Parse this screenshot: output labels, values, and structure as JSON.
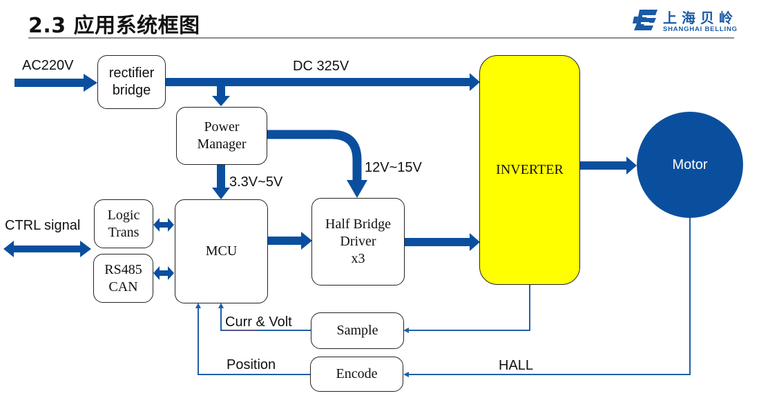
{
  "header": {
    "title": "2.3 应用系统框图",
    "logo": {
      "icon": "shanghai-belling-logo-icon",
      "name_cn": "上海贝岭",
      "name_en": "SHANGHAI BELLING",
      "color": "#1a5aa6"
    }
  },
  "diagram": {
    "colors": {
      "arrow": "#0a4f9e",
      "signal_line": "#1f5fa8",
      "inverter_fill": "#ffff00",
      "motor_fill": "#0a4f9e"
    },
    "blocks": {
      "rectifier": "rectifier\nbridge",
      "power_manager": "Power\nManager",
      "mcu": "MCU",
      "logic_trans": "Logic\nTrans",
      "rs485_can": "RS485\nCAN",
      "half_bridge": "Half Bridge\nDriver\nx3",
      "inverter": "INVERTER",
      "motor": "Motor",
      "sample": "Sample",
      "encode": "Encode"
    },
    "labels": {
      "ac_input": "AC220V",
      "dc_bus": "DC 325V",
      "mcu_supply": "3.3V~5V",
      "driver_supply": "12V~15V",
      "ctrl_signal": "CTRL signal",
      "curr_volt": "Curr & Volt",
      "position": "Position",
      "hall": "HALL"
    },
    "connections": [
      {
        "from": "AC220V",
        "to": "rectifier bridge",
        "type": "power"
      },
      {
        "from": "rectifier bridge",
        "to": "INVERTER",
        "label": "DC 325V",
        "type": "power"
      },
      {
        "from": "rectifier bridge",
        "to": "Power Manager",
        "type": "power"
      },
      {
        "from": "Power Manager",
        "to": "MCU",
        "label": "3.3V~5V",
        "type": "power"
      },
      {
        "from": "Power Manager",
        "to": "Half Bridge Driver x3",
        "label": "12V~15V",
        "type": "power"
      },
      {
        "from": "MCU",
        "to": "Half Bridge Driver x3",
        "type": "control"
      },
      {
        "from": "Half Bridge Driver x3",
        "to": "INVERTER",
        "type": "control"
      },
      {
        "from": "INVERTER",
        "to": "Motor",
        "type": "power"
      },
      {
        "from": "CTRL signal",
        "to": "Logic Trans / RS485 CAN",
        "type": "bidirectional"
      },
      {
        "from": "Logic Trans",
        "to": "MCU",
        "type": "bidirectional"
      },
      {
        "from": "RS485 CAN",
        "to": "MCU",
        "type": "bidirectional"
      },
      {
        "from": "INVERTER",
        "to": "Sample",
        "type": "feedback"
      },
      {
        "from": "Sample",
        "to": "MCU",
        "label": "Curr & Volt",
        "type": "feedback"
      },
      {
        "from": "Motor",
        "to": "Encode",
        "label": "HALL",
        "type": "feedback"
      },
      {
        "from": "Encode",
        "to": "MCU",
        "label": "Position",
        "type": "feedback"
      }
    ]
  }
}
